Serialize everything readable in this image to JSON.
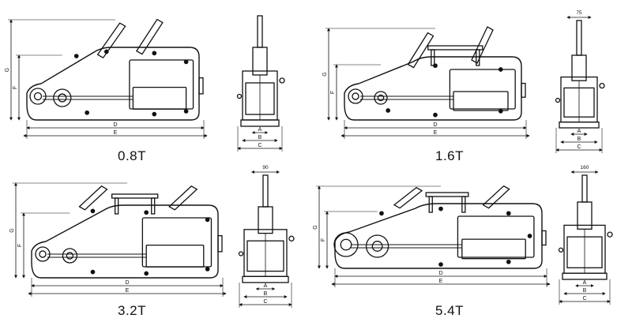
{
  "models": [
    {
      "id": "m08",
      "capacity": "0.8T",
      "side_labels": {
        "d": "D",
        "e": "E",
        "g": "G",
        "f": "F"
      },
      "end_labels": {
        "a": "A",
        "b": "B",
        "c": "C",
        "top": ""
      }
    },
    {
      "id": "m16",
      "capacity": "1.6T",
      "side_labels": {
        "d": "D",
        "e": "E",
        "g": "G",
        "f": "F"
      },
      "end_labels": {
        "a": "A",
        "b": "B",
        "c": "C",
        "top": "75"
      }
    },
    {
      "id": "m32",
      "capacity": "3.2T",
      "side_labels": {
        "d": "D",
        "e": "E",
        "g": "G",
        "f": "F"
      },
      "end_labels": {
        "a": "A",
        "b": "B",
        "c": "C",
        "top": "90"
      }
    },
    {
      "id": "m54",
      "capacity": "5.4T",
      "side_labels": {
        "d": "D",
        "e": "E",
        "g": "G",
        "f": "F"
      },
      "end_labels": {
        "a": "A",
        "b": "B",
        "c": "C",
        "top": "160"
      }
    }
  ]
}
